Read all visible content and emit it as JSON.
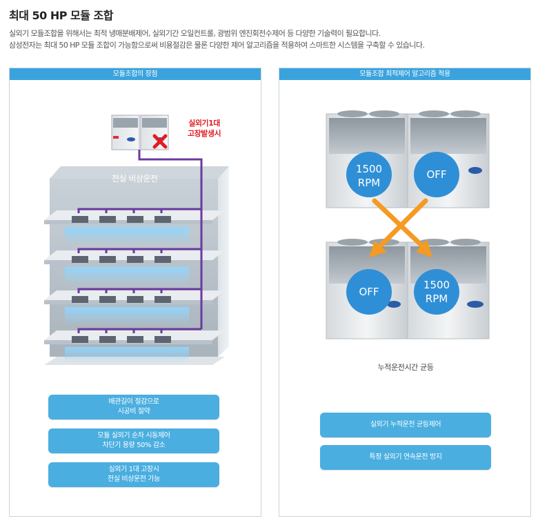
{
  "page": {
    "title": "최대 50 HP 모듈 조합",
    "intro_line1": "실외기 모듈조합을 위해서는 최적 냉매분배제어, 실외기간 오일컨트롤, 광범위 엔진회전수제어 등 다양한 기술력이 필요합니다.",
    "intro_line2": "삼성전자는 최대 50 HP 모듈 조합이 가능함으로써 비용절감은 물론 다양한 제어 알고리즘을 적용하여 스마트한 시스템을 구축할 수 있습니다."
  },
  "left_panel": {
    "header": "모듈조합의 장점",
    "failure_line1": "실외기1대",
    "failure_line2": "고장발생시",
    "building_label": "전실 비상운전",
    "benefits": [
      {
        "line1": "배관길이 절감으로",
        "line2": "시공비 절약"
      },
      {
        "line1": "모듈 실외기 순차 시동제어",
        "line2": "차단기 용량 50% 감소"
      },
      {
        "line1": "실외기 1대 고장시",
        "line2": "전실 비상운전 가능"
      }
    ],
    "colors": {
      "pipe": "#6a3a9e",
      "accent": "#e31b23"
    }
  },
  "right_panel": {
    "header": "모듈조합 최적제어 알고리즘 적용",
    "top_left_status_line1": "1500",
    "top_left_status_line2": "RPM",
    "top_right_status": "OFF",
    "bottom_left_status": "OFF",
    "bottom_right_status_line1": "1500",
    "bottom_right_status_line2": "RPM",
    "caption": "누적운전시간 균등",
    "features": [
      "실외기 누적운전 균등제어",
      "특정 실외기 연속운전 방지"
    ],
    "colors": {
      "badge": "#2f8fd6",
      "arrow": "#f59a23",
      "header": "#3aa3dd"
    }
  }
}
